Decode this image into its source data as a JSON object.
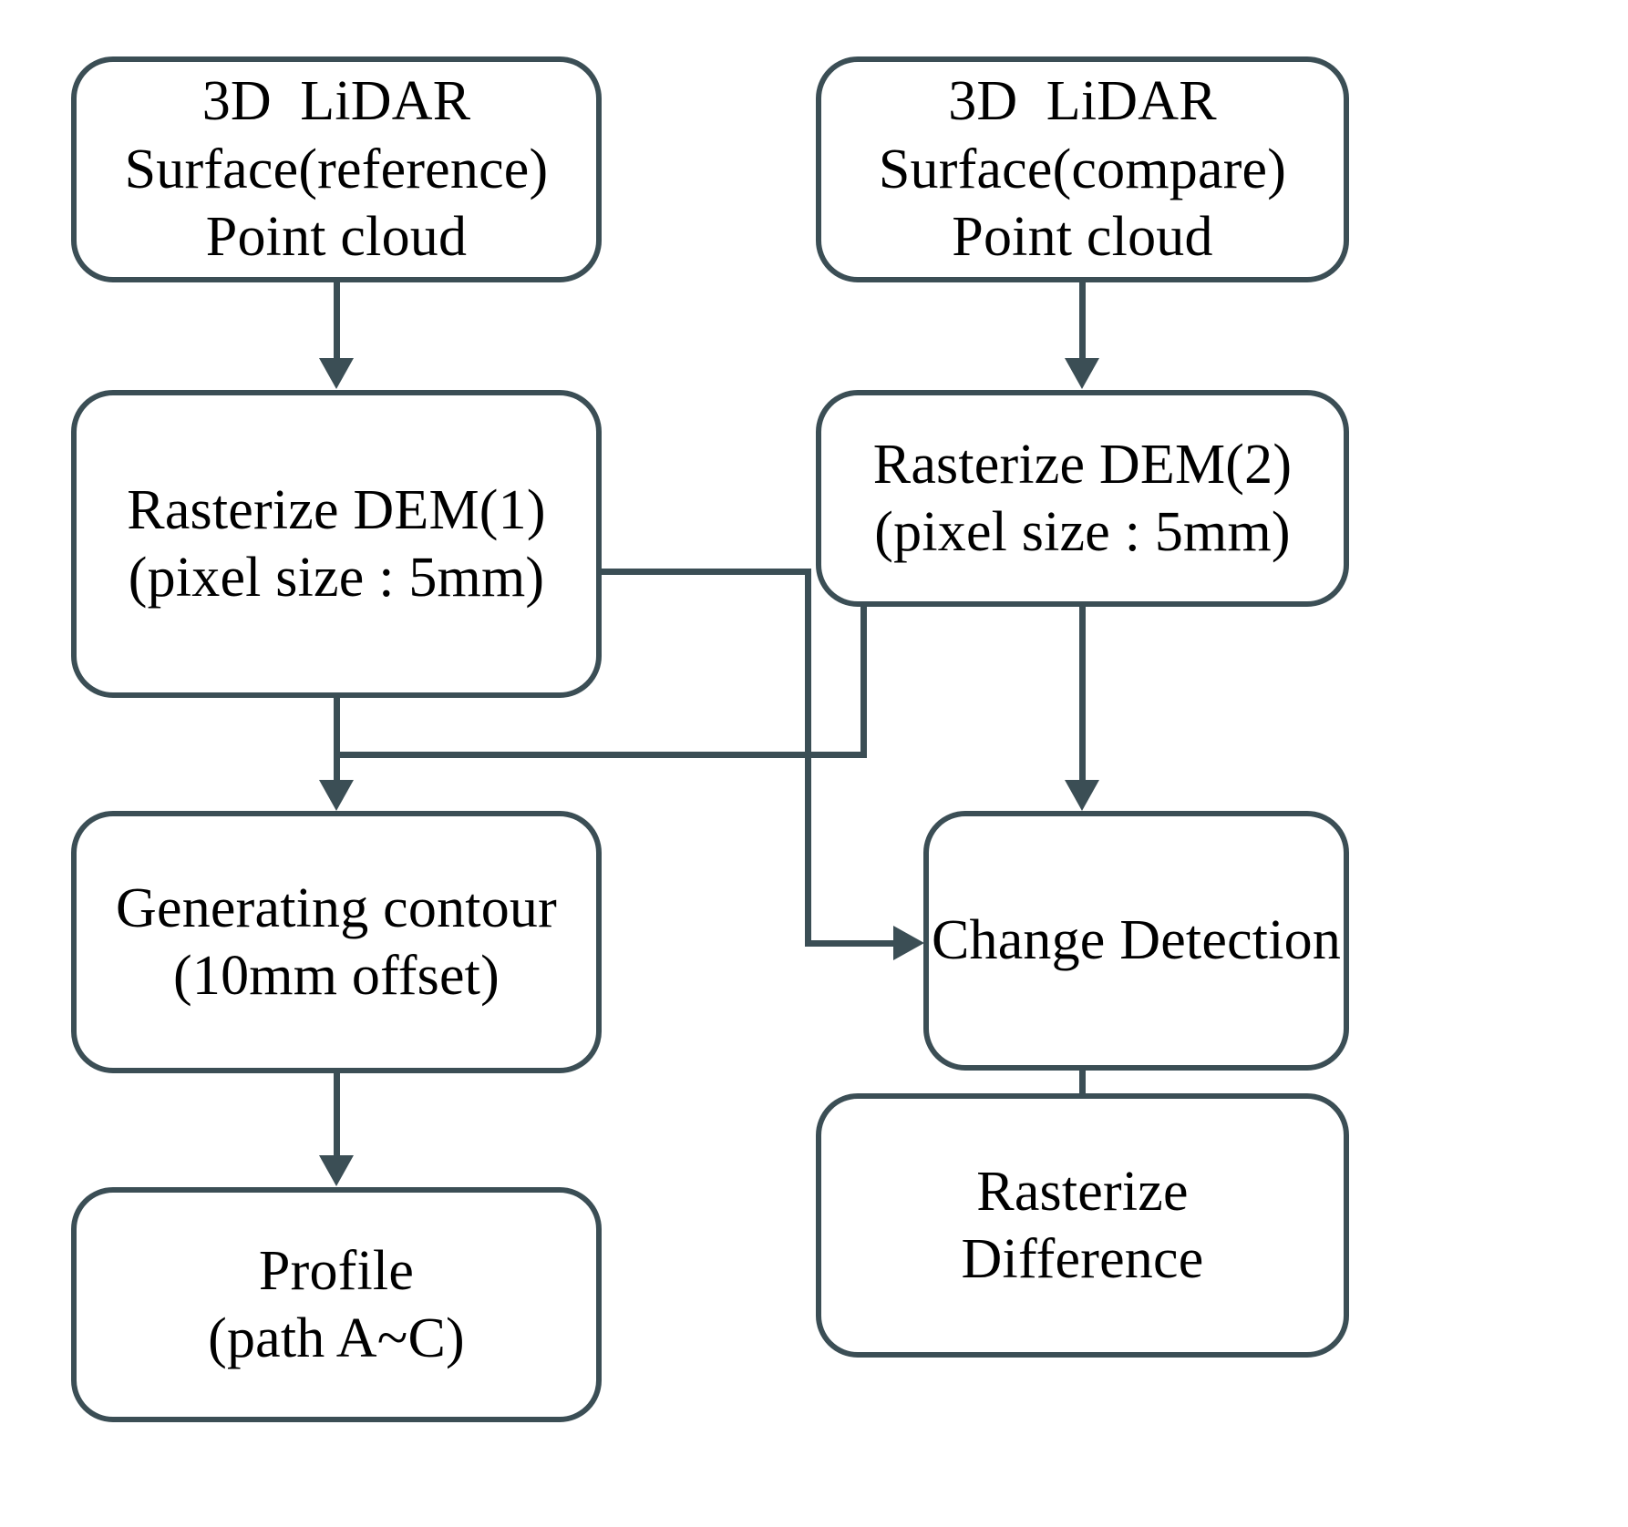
{
  "diagram": {
    "title": "3D LiDAR surface change-detection workflow",
    "colors": {
      "stroke": "#3b4e55",
      "fill": "#ffffff",
      "text": "#000000"
    },
    "nodes": [
      {
        "id": "lidar-reference",
        "lines": [
          "3D  LiDAR",
          "Surface(reference)",
          "Point cloud"
        ]
      },
      {
        "id": "lidar-compare",
        "lines": [
          "3D  LiDAR",
          "Surface(compare)",
          "Point cloud"
        ]
      },
      {
        "id": "dem1",
        "lines": [
          "Rasterize DEM(1)",
          "(pixel size : 5mm)"
        ]
      },
      {
        "id": "dem2",
        "lines": [
          "Rasterize DEM(2)",
          "(pixel size : 5mm)"
        ]
      },
      {
        "id": "contour",
        "lines": [
          "Generating contour",
          "(10mm offset)"
        ]
      },
      {
        "id": "change-detection",
        "lines": [
          "Change Detection"
        ]
      },
      {
        "id": "profile",
        "lines": [
          "Profile",
          "(path A~C)"
        ]
      },
      {
        "id": "rasterize-diff",
        "lines": [
          "Rasterize",
          "Difference"
        ]
      }
    ],
    "edges": [
      {
        "id": "lidar-reference-to-dem1",
        "from": "lidar-reference",
        "to": "dem1",
        "kind": "straight-down"
      },
      {
        "id": "lidar-compare-to-dem2",
        "from": "lidar-compare",
        "to": "dem2",
        "kind": "straight-down"
      },
      {
        "id": "dem1-to-contour",
        "from": "dem1",
        "to": "contour",
        "kind": "straight-down"
      },
      {
        "id": "dem2-to-change-detection",
        "from": "dem2",
        "to": "change-detection",
        "kind": "straight-down"
      },
      {
        "id": "dem1-to-change-detection",
        "from": "dem1",
        "to": "change-detection",
        "kind": "elbow-right"
      },
      {
        "id": "dem2-to-contour-branch",
        "from": "dem2",
        "to": "contour",
        "kind": "elbow-left"
      },
      {
        "id": "contour-to-profile",
        "from": "contour",
        "to": "profile",
        "kind": "straight-down"
      },
      {
        "id": "change-detection-to-rasterize-diff",
        "from": "change-detection",
        "to": "rasterize-diff",
        "kind": "straight-down"
      }
    ]
  }
}
